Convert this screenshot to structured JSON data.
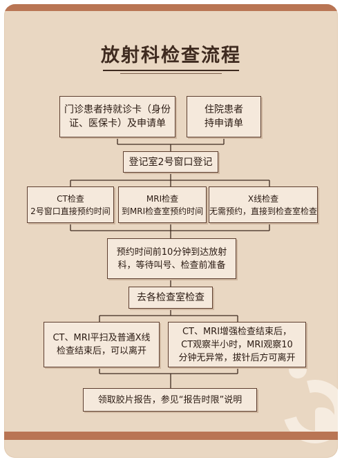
{
  "title": "放射科检查流程",
  "step1": {
    "outpatient": [
      "门诊患者持就诊卡（身份",
      "证、医保卡）及申请单"
    ],
    "inpatient": [
      "住院患者",
      "持申请单"
    ]
  },
  "step2": "登记室2号窗口登记",
  "step3": {
    "ct": [
      "CT检查",
      "2号窗口直接预约时间"
    ],
    "mri": [
      "MRI检查",
      "到MRI检查室预约时间"
    ],
    "xray": [
      "X线检查",
      "无需预约，直接到检查室检查"
    ]
  },
  "step4": [
    "预约时间前10分钟到达放射",
    "科，等待叫号、检查前准备"
  ],
  "step5": "去各检查室检查",
  "step6": {
    "plain": [
      "CT、MRI平扫及普通X线",
      "检查结束后，可以离开"
    ],
    "enhanced": [
      "CT、MRI增强检查结束后，",
      "CT观察半小时，MRI观察10",
      "分钟无异常，拔针后方可离开"
    ]
  },
  "step7": "领取胶片报告，参见“报告时限”说明"
}
